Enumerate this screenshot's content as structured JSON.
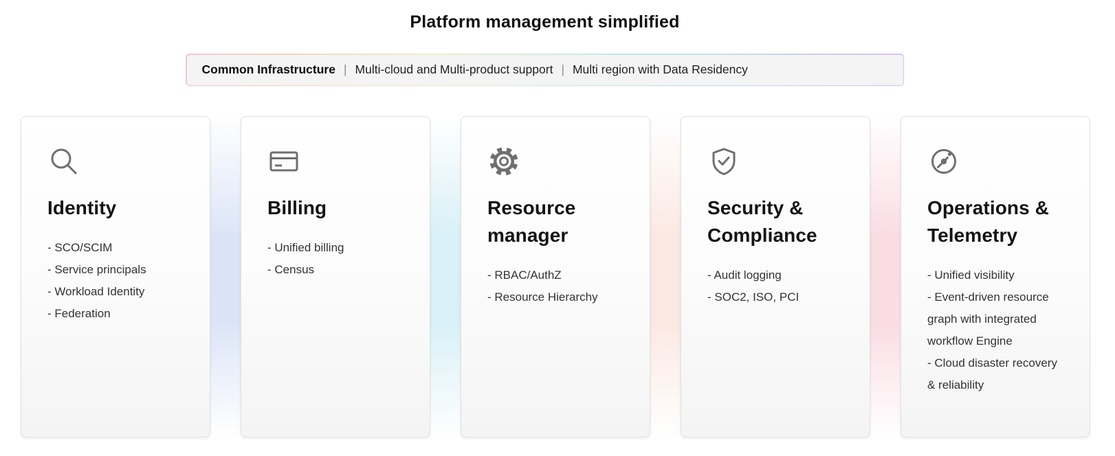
{
  "title": "Platform management simplified",
  "banner": {
    "heading": "Common Infrastructure",
    "separator": "|",
    "items": [
      "Multi-cloud and Multi-product support",
      "Multi region with Data Residency"
    ]
  },
  "cards": [
    {
      "icon": "search-icon",
      "title": "Identity",
      "items": [
        "- SCO/SCIM",
        "- Service principals",
        "- Workload Identity",
        "- Federation"
      ]
    },
    {
      "icon": "credit-card-icon",
      "title": "Billing",
      "items": [
        "- Unified billing",
        "- Census"
      ]
    },
    {
      "icon": "gear-icon",
      "title": "Resource manager",
      "items": [
        "- RBAC/AuthZ",
        "- Resource Hierarchy"
      ]
    },
    {
      "icon": "shield-check-icon",
      "title": "Security & Compliance",
      "items": [
        "- Audit logging",
        "- SOC2, ISO, PCI"
      ]
    },
    {
      "icon": "compass-gauge-icon",
      "title": "Operations & Telemetry",
      "items": [
        "- Unified visibility",
        "- Event-driven resource graph with integrated workflow Engine",
        "- Cloud disaster recovery & reliability"
      ]
    }
  ],
  "colors": {
    "icon_gray": "#6f6f6f",
    "card_border": "#e2e2e2",
    "banner_background": "#f4f4f4",
    "glow_blue": "#dbe4f7",
    "glow_cyan": "#d8f0f7",
    "glow_peach": "#fbe8e2",
    "glow_pink": "#fadce3",
    "banner_border_gradient": [
      "#f2c7d2",
      "#f6d8ba",
      "#eef0c5",
      "#cdeedd",
      "#bfe4ef",
      "#c9d4f3",
      "#d9c5ee"
    ]
  }
}
